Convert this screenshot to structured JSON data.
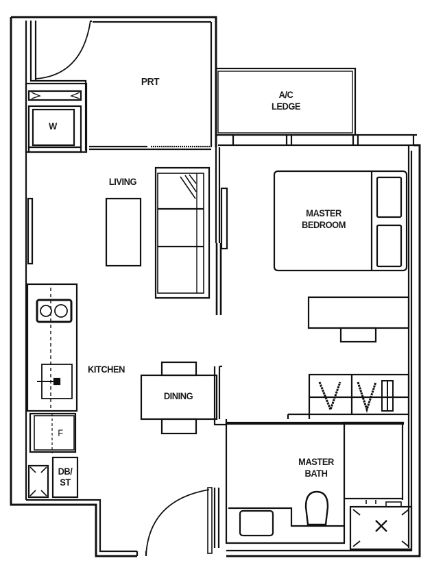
{
  "diagram": {
    "type": "floor-plan",
    "unit_layout": "1-bedroom apartment",
    "line_color": "#111111",
    "background_color": "#ffffff",
    "rooms": [
      {
        "id": "prt",
        "label": "PRT"
      },
      {
        "id": "ac-ledge",
        "label_line1": "A/C",
        "label_line2": "LEDGE"
      },
      {
        "id": "living",
        "label": "LIVING"
      },
      {
        "id": "master-bedroom",
        "label_line1": "MASTER",
        "label_line2": "BEDROOM"
      },
      {
        "id": "kitchen",
        "label": "KITCHEN"
      },
      {
        "id": "dining",
        "label": "DINING"
      },
      {
        "id": "master-bath",
        "label_line1": "MASTER",
        "label_line2": "BATH"
      }
    ],
    "fixtures": [
      {
        "id": "washer",
        "label": "W"
      },
      {
        "id": "fridge",
        "label": "F"
      },
      {
        "id": "db-st",
        "label_line1": "DB/",
        "label_line2": "ST"
      },
      {
        "id": "hob",
        "label": ""
      },
      {
        "id": "sink",
        "label": ""
      },
      {
        "id": "sofa",
        "label": ""
      },
      {
        "id": "coffee-table",
        "label": ""
      },
      {
        "id": "bed",
        "label": ""
      },
      {
        "id": "wardrobe",
        "label": ""
      },
      {
        "id": "desk",
        "label": ""
      },
      {
        "id": "toilet",
        "label": ""
      },
      {
        "id": "vanity",
        "label": ""
      },
      {
        "id": "shower",
        "label": ""
      }
    ]
  }
}
